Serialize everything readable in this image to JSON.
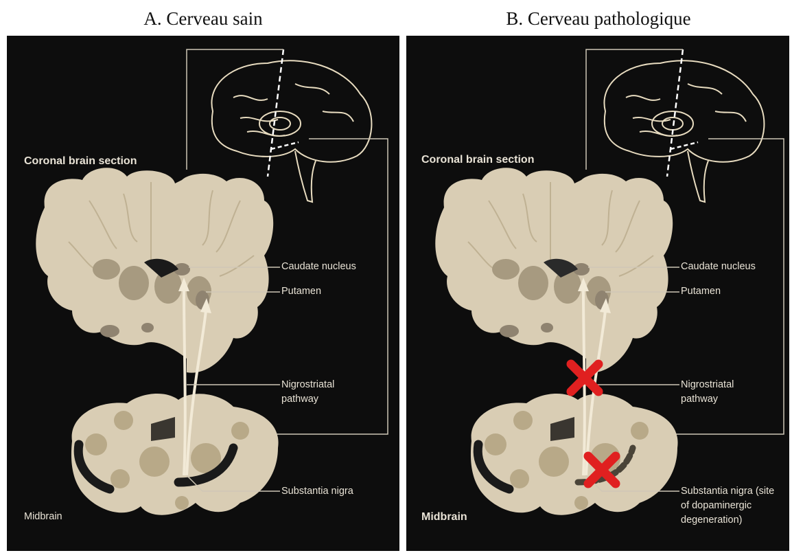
{
  "panels": [
    {
      "title": "A. Cerveau sain",
      "labels": {
        "section": "Coronal brain section",
        "caudate": "Caudate nucleus",
        "putamen": "Putamen",
        "pathway": "Nigrostriatal pathway",
        "nigra": "Substantia nigra",
        "midbrain": "Midbrain"
      },
      "degeneration": false
    },
    {
      "title": "B. Cerveau pathologique",
      "labels": {
        "section": "Coronal brain section",
        "caudate": "Caudate nucleus",
        "putamen": "Putamen",
        "pathway": "Nigrostriatal pathway",
        "nigra": "Substantia nigra (site of dopaminergic degeneration)",
        "midbrain": "Midbrain"
      },
      "degeneration": true
    }
  ],
  "colors": {
    "panel_bg": "#0d0d0d",
    "tissue": "#d9cdb4",
    "tissue_dark": "#b8a988",
    "nucleus": "#8f8370",
    "nigra": "#1a1a1a",
    "leader_line": "#cfc7b6",
    "brain_outline": "#e8dcc0",
    "lesion_mark": "#e02020",
    "label_text": "#e9e3d6"
  }
}
